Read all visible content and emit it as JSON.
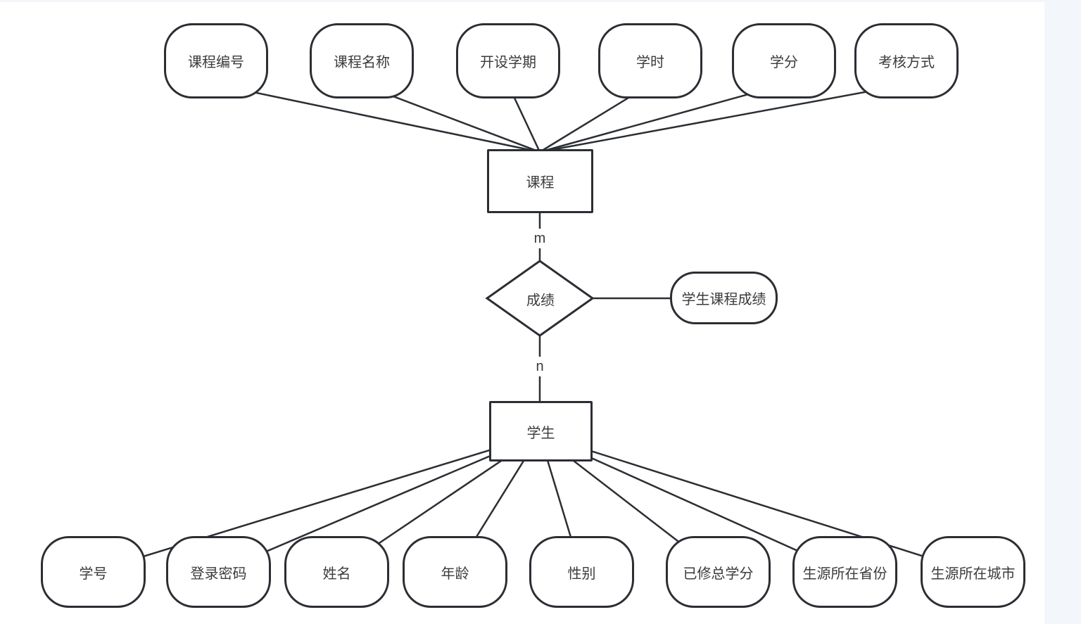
{
  "colors": {
    "canvas_background": "#ffffff",
    "stroke": "#2b2e33",
    "text": "#3b3b3b",
    "right_gutter": "#f3f6fa",
    "top_edge": "#f5f4fb"
  },
  "er": {
    "entities": {
      "course": "课程",
      "student": "学生"
    },
    "relationship": {
      "label": "成绩",
      "course_cardinality": "m",
      "student_cardinality": "n",
      "attribute": "学生课程成绩"
    },
    "course_attributes": [
      "课程编号",
      "课程名称",
      "开设学期",
      "学时",
      "学分",
      "考核方式"
    ],
    "student_attributes": [
      "学号",
      "登录密码",
      "姓名",
      "年龄",
      "性别",
      "已修总学分",
      "生源所在省份",
      "生源所在城市"
    ]
  }
}
